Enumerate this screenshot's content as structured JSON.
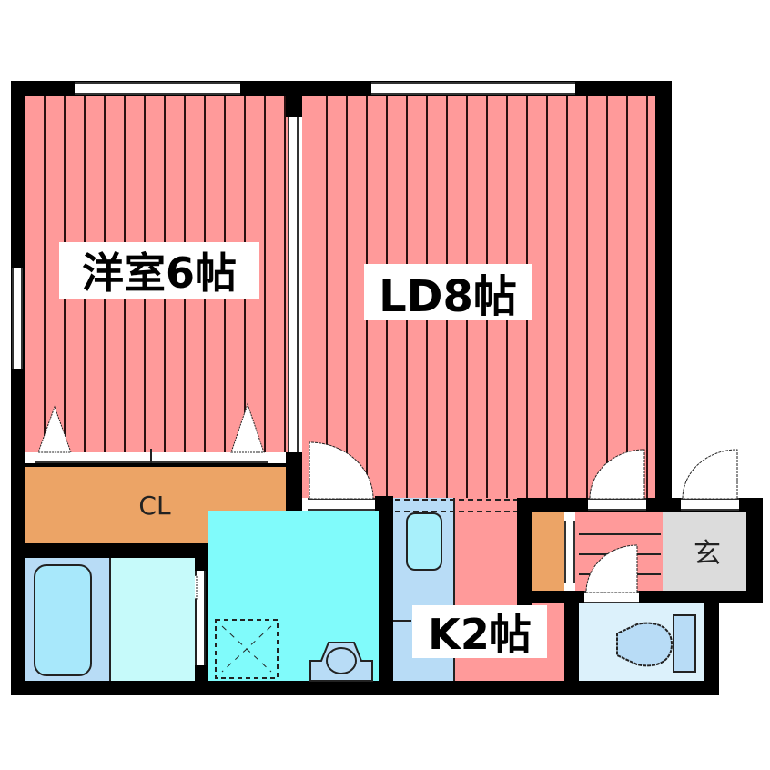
{
  "floorplan": {
    "rooms": {
      "western_room": {
        "label": "洋室6帖",
        "type": "Western-style room",
        "size_jo": 6
      },
      "living_dining": {
        "label": "LD8帖",
        "type": "Living/Dining",
        "size_jo": 8
      },
      "kitchen": {
        "label": "K2帖",
        "type": "Kitchen",
        "size_jo": 2
      },
      "closet": {
        "label": "CL",
        "type": "Closet"
      },
      "entrance": {
        "label": "玄",
        "type": "Entrance (genkan)"
      },
      "bathroom": {
        "label": "",
        "type": "Bathroom with bathtub"
      },
      "washroom": {
        "label": "",
        "type": "Washroom / laundry area"
      },
      "toilet": {
        "label": "",
        "type": "Toilet"
      }
    },
    "colors": {
      "flooring_pink": "#ff9a9a",
      "closet_orange": "#eca466",
      "washroom_cyan": "#80fbfb",
      "bath_blue": "#b8dcf6",
      "entrance_gray": "#dcdcdc",
      "wall": "#000000"
    }
  }
}
